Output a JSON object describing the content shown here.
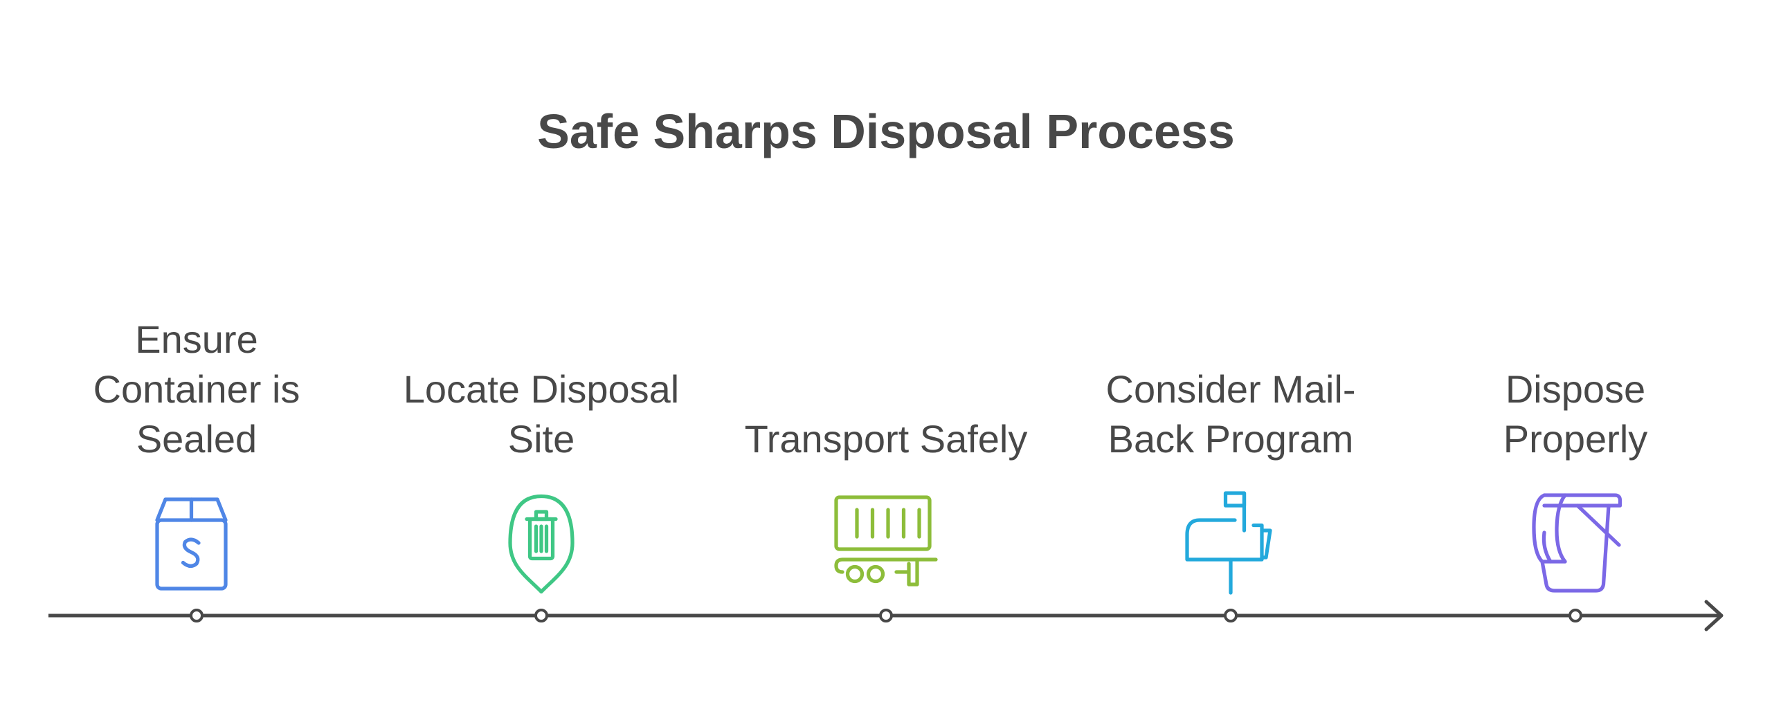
{
  "title": "Safe Sharps Disposal Process",
  "steps": [
    {
      "label": "Ensure Container is Sealed",
      "icon": "sealed-box-icon",
      "color": "#4f86e6"
    },
    {
      "label": "Locate Disposal Site",
      "icon": "location-pin-trash-icon",
      "color": "#3fc785"
    },
    {
      "label": "Transport Safely",
      "icon": "cargo-trailer-icon",
      "color": "#8dbd3a"
    },
    {
      "label": "Consider Mail-Back Program",
      "icon": "mailbox-icon",
      "color": "#23a9dc"
    },
    {
      "label": "Dispose Properly",
      "icon": "trash-bin-icon",
      "color": "#7b68e6"
    }
  ],
  "axis_color": "#484848"
}
